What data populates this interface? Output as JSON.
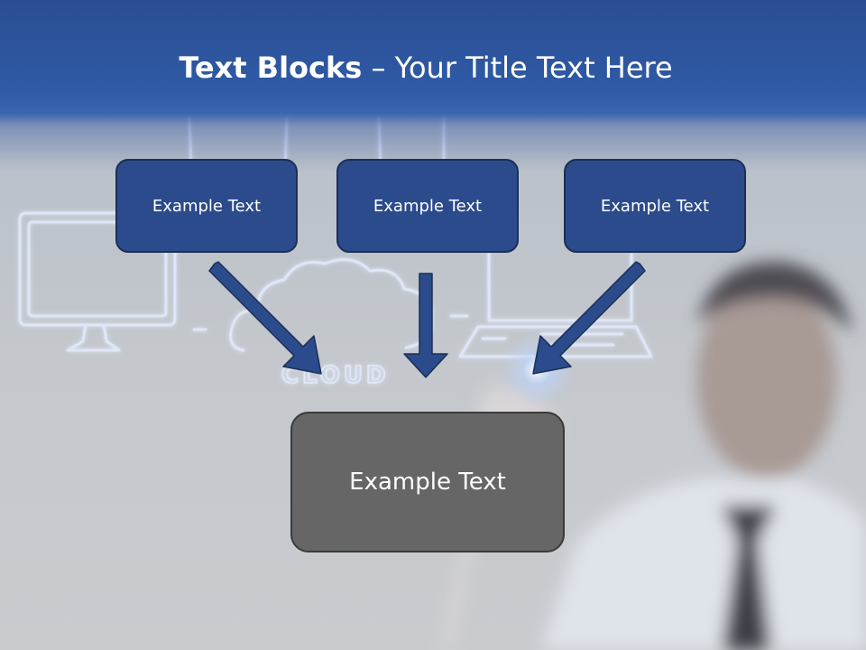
{
  "slide": {
    "title_bold": "Text Blocks",
    "title_rest": " – Your Title Text Here",
    "boxes": [
      {
        "label": "Example Text"
      },
      {
        "label": "Example Text"
      },
      {
        "label": "Example Text"
      }
    ],
    "main_box": {
      "label": "Example Text"
    },
    "background_word": "CLOUD"
  },
  "colors": {
    "header": "#2f5aa6",
    "box_fill": "#2b4b8c",
    "box_border": "#1c2f55",
    "main_box_fill": "#666666",
    "arrow": "#2b4b8c",
    "glow_line": "#dfe9ff"
  }
}
